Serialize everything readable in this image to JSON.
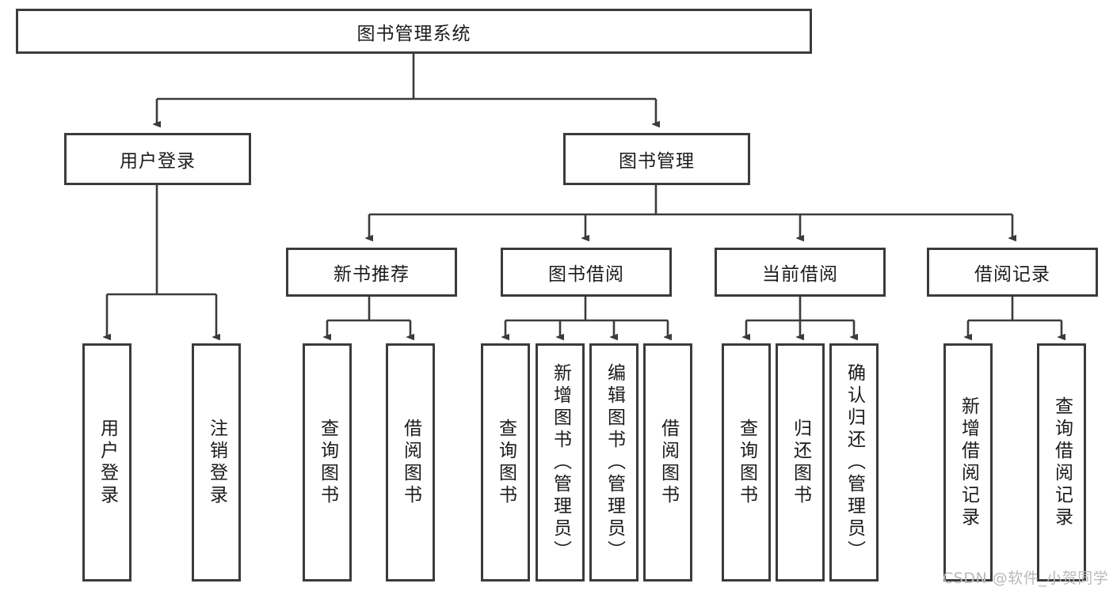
{
  "diagram": {
    "type": "tree-hierarchy",
    "title": "图书管理系统",
    "root": {
      "label": "图书管理系统"
    },
    "level2": [
      {
        "label": "用户登录"
      },
      {
        "label": "图书管理"
      }
    ],
    "level3": [
      {
        "label": "新书推荐"
      },
      {
        "label": "图书借阅"
      },
      {
        "label": "当前借阅"
      },
      {
        "label": "借阅记录"
      }
    ],
    "leaves": {
      "user_login": [
        {
          "label": "用户登录"
        },
        {
          "label": "注销登录"
        }
      ],
      "new_book_recommend": [
        {
          "label": "查询图书"
        },
        {
          "label": "借阅图书"
        }
      ],
      "book_borrow": [
        {
          "label": "查询图书"
        },
        {
          "label": "新增图书（管理员）"
        },
        {
          "label": "编辑图书（管理员）"
        },
        {
          "label": "借阅图书"
        }
      ],
      "current_borrow": [
        {
          "label": "查询图书"
        },
        {
          "label": "归还图书"
        },
        {
          "label": "确认归还（管理员）"
        }
      ],
      "borrow_record": [
        {
          "label": "新增借阅记录"
        },
        {
          "label": "查询借阅记录"
        }
      ]
    }
  },
  "watermark": {
    "text": "CSDN @软件_小贺同学"
  },
  "colors": {
    "background": "#ffffff",
    "stroke": "#3b3b3b",
    "text": "#1b1b1b",
    "watermark": "#b9b9b9"
  }
}
